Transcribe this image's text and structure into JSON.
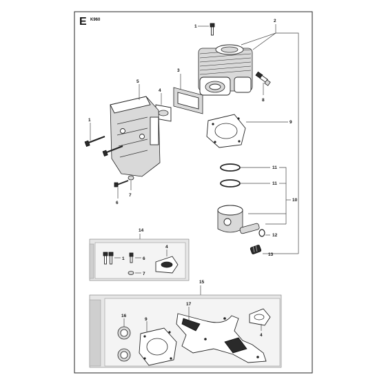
{
  "diagram": {
    "section_letter": "E",
    "model": "K960",
    "callouts": {
      "c1_top": "1",
      "c2": "2",
      "c3": "3",
      "c4": "4",
      "c5": "5",
      "c8": "8",
      "c9": "9",
      "c1_left": "1",
      "c6": "6",
      "c7": "7",
      "c11a": "11",
      "c11b": "11",
      "c10": "10",
      "c12": "12",
      "c13": "13",
      "c14": "14",
      "c15": "15",
      "kit14_4": "4",
      "kit14_1": "1",
      "kit14_6": "6",
      "kit14_7": "7",
      "kit15_16": "16",
      "kit15_9": "9",
      "kit15_17": "17",
      "kit15_4": "4"
    }
  }
}
